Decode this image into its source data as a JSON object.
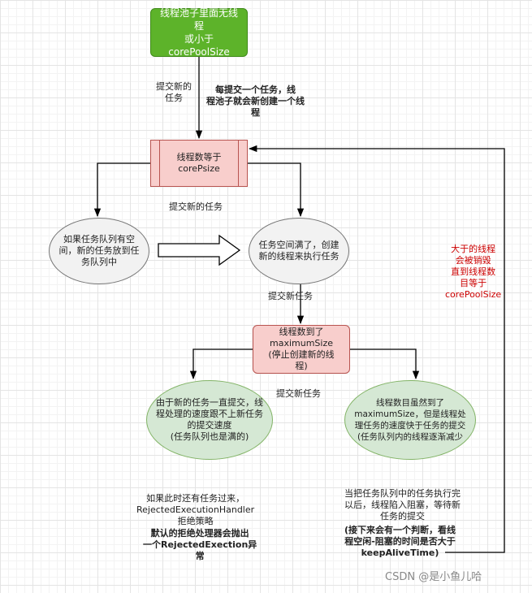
{
  "nodes": {
    "start": "线程池子里面无线程\n或小于corePoolSize",
    "core_check": "线程数等于\ncorePsize",
    "queue_has_space": "如果任务队列有空\n间，新的任务放到任\n务队列中",
    "queue_full": "任务空间满了，创建\n新的线程来执行任务",
    "max_check": "线程数到了\nmaximumSize\n(停止创建新的线\n程)",
    "reject_flow": "由于新的任务一直提交，线\n程处理的速度跟不上新任务\n的提交速度\n(任务队列也是满的)",
    "faster_flow": "线程数目虽然到了\nmaximumSize，但是线程处\n理任务的速度快于任务的提交\n(任务队列内的线程逐渐减少"
  },
  "labels": {
    "submit_new_1": "提交新的\n任务",
    "each_submit": "每提交一个任务，线\n程池子就会新创建一个线\n程",
    "submit_new_2": "提交新的任务",
    "submit_new_3": "提交新任务",
    "submit_new_4": "提交新任务",
    "destroy_note": "大于的线程\n会被销毁\n直到线程数\n目等于\ncorePoolSize",
    "reject_note": "如果此时还有任务过来，\nRejectedExecutionHandler\n拒绝策略",
    "reject_default": "默认的拒绝处理器会抛出\n一个RejectedExection异\n常",
    "idle_note": "当把任务队列中的任务执行完\n以后，线程陷入阻塞，等待新\n任务的提交",
    "keepalive_note": "(接下来会有一个判断，看线\n程空闲-阻塞的时间是否大于\nkeepAliveTime)"
  },
  "watermark": "CSDN @是小鱼儿哈",
  "colors": {
    "green_fill": "#5db32a",
    "pink_fill": "#f8cecc",
    "pink_stroke": "#b85450",
    "light_green_fill": "#d5e8d4",
    "light_green_stroke": "#82b366",
    "grey_fill": "#f2f2f2",
    "red_text": "#cc0000"
  }
}
